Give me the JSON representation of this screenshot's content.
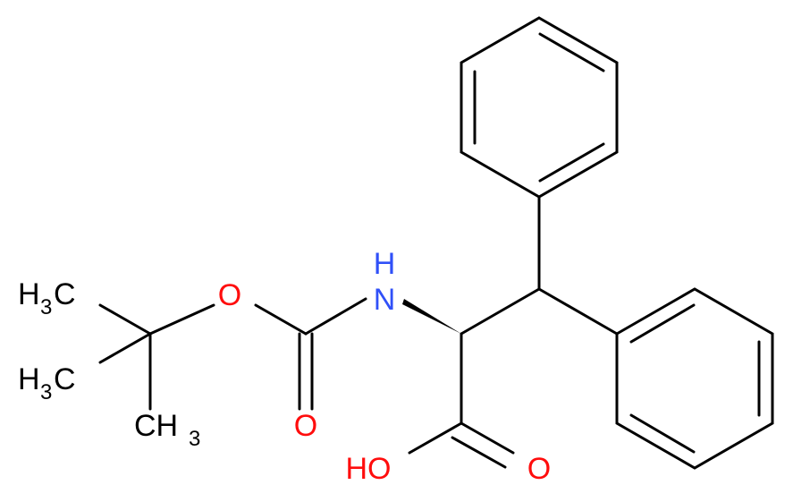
{
  "molecule": {
    "colors": {
      "bond": "#000000",
      "carbon_text": "#000000",
      "oxygen": "#ff0d0d",
      "nitrogen": "#3050f8"
    },
    "atoms": {
      "nh": {
        "main": "N",
        "h": "H"
      },
      "o_ester": "O",
      "o_carbonyl": "O",
      "o_acid": "O",
      "oh": "HO",
      "ch3_top": {
        "main": "H",
        "sub": "3",
        "tail": "C"
      },
      "ch3_mid": {
        "main": "H",
        "sub": "3",
        "tail": "C"
      },
      "ch3_bot": {
        "main": "CH",
        "sub": "3"
      }
    }
  }
}
